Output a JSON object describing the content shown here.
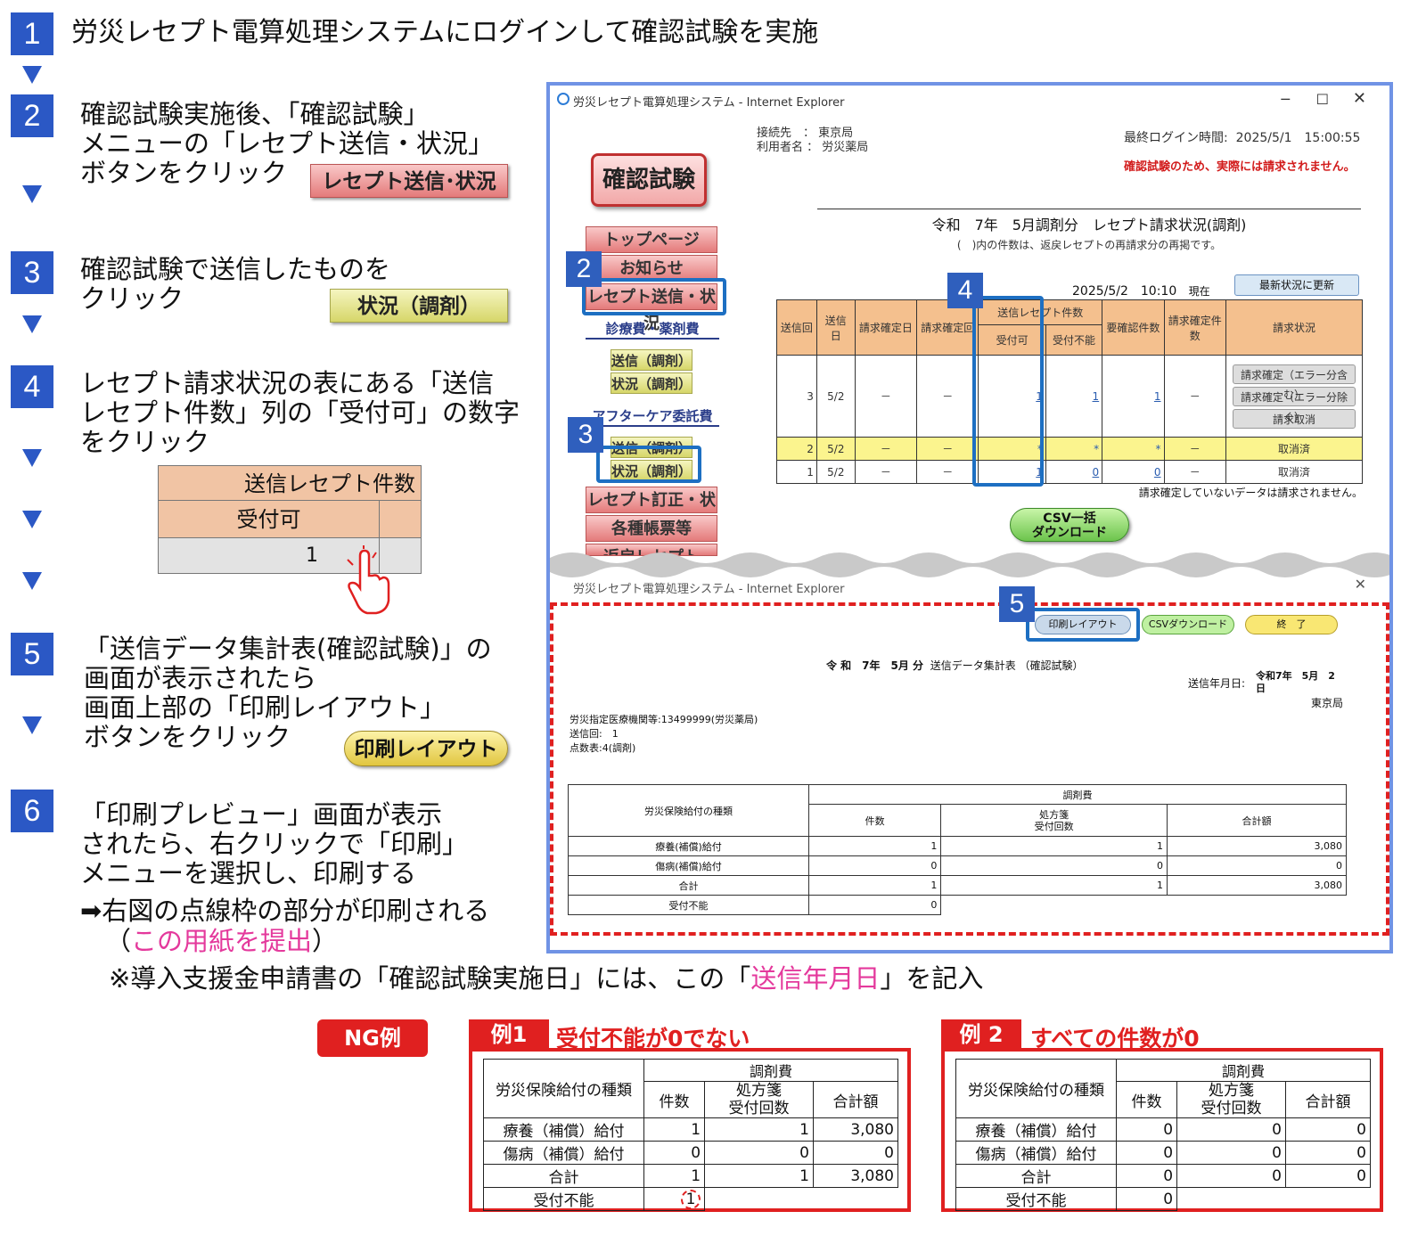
{
  "steps": [
    {
      "num": "1",
      "text": "労災レセプト電算処理システムにログインして確認試験を実施"
    },
    {
      "num": "2",
      "text": "確認試験実施後、「確認試験」\nメニューの「レセプト送信・状況」\nボタンをクリック",
      "button": "レセプト送信･状況"
    },
    {
      "num": "3",
      "text": "確認試験で送信したものを\nクリック",
      "button": "状況（調剤）"
    },
    {
      "num": "4",
      "text": "レセプト請求状況の表にある「送信\nレセプト件数」列の「受付可」の数字\nをクリック"
    },
    {
      "num": "5",
      "text": "「送信データ集計表(確認試験)」の\n画面が表示されたら\n画面上部の「印刷レイアウト」\nボタンをクリック",
      "button": "印刷レイアウト"
    },
    {
      "num": "6",
      "text": "「印刷プレビュー」画面が表示\nされたら、右クリックで「印刷」\nメニューを選択し、印刷する"
    }
  ],
  "step4_table": {
    "header": "送信レセプト件数",
    "sub": "受付可",
    "value": "1"
  },
  "note_arrow": "➡右図の点線枠の部分が印刷される",
  "note_paren_open": "（",
  "note_submit": "この用紙を提出",
  "note_paren_close": "）",
  "note2_pre": "※導入支援金申請書の「確認試験実施日」には、この「",
  "note2_hl": "送信年月日",
  "note2_post": "」を記入",
  "window": {
    "title": "労災レセプト電算処理システム - Internet Explorer",
    "conn_label": "接続先　：",
    "conn_value": "東京局",
    "user_label": "利用者名 ：",
    "user_value": "労災薬局",
    "last_login_label": "最終ログイン時間:",
    "last_login_value": "2025/5/1　15:00:55",
    "warning": "確認試験のため、実際には請求されません。",
    "mode_badge": "確認試験",
    "menu": [
      "トップページ",
      "お知らせ",
      "レセプト送信・状況"
    ],
    "section1": "診療費・薬剤費",
    "sub1": [
      "送信（調剤）",
      "状況（調剤）"
    ],
    "section2": "アフターケア委託費",
    "sub2": [
      "送信（調剤）",
      "状況（調剤）"
    ],
    "menu2": [
      "レセプト訂正・状況",
      "各種帳票等",
      "返戻レセプト"
    ],
    "status_title": "令和　7年　5月調剤分　レセプト請求状況(調剤)",
    "status_note": "(　)内の件数は、返戻レセプトの再請求分の再掲です。",
    "as_of": "2025/5/2　10:10",
    "as_of_suffix": "現在",
    "refresh_btn": "最新状況に更新",
    "headers": [
      "送信回",
      "送信日",
      "請求確定日",
      "請求確定回",
      "送信レセプト件数",
      "受付可",
      "受付不能",
      "要確認件数",
      "請求確定件数",
      "請求状況"
    ],
    "rows": [
      {
        "no": "3",
        "date": "5/2",
        "kd": "－",
        "kk": "－",
        "ok": "1",
        "ng": "1",
        "chk": "1",
        "fix": "－",
        "status": [
          "請求確定（エラー分含む）",
          "請求確定（エラー分除く）",
          "請求取消"
        ]
      },
      {
        "no": "2",
        "date": "5/2",
        "kd": "－",
        "kk": "－",
        "ok": "*",
        "ng": "*",
        "chk": "*",
        "fix": "－",
        "status": [
          "取消済"
        ]
      },
      {
        "no": "1",
        "date": "5/2",
        "kd": "－",
        "kk": "－",
        "ok": "1",
        "ng": "0",
        "chk": "0",
        "fix": "－",
        "status": [
          "取消済"
        ]
      }
    ],
    "table_note": "請求確定していないデータは請求されません。",
    "csv_btn": "CSV一括\nダウンロード"
  },
  "print": {
    "title": "労災レセプト電算処理システム - Internet Explorer",
    "buttons": [
      "印刷レイアウト",
      "CSVダウンロード",
      "終　了"
    ],
    "heading_era": "令 和　7年　5月 分",
    "heading": "送信データ集計表 （確認試験）",
    "send_date_label": "送信年月日:",
    "send_date": "令和7年　5月　2日",
    "bureau": "東京局",
    "info": [
      "労災指定医療機関等:13499999(労災薬局)",
      "送信回:　1",
      "点数表:4(調剤)"
    ],
    "col_kind": "労災保険給付の種類",
    "col_group": "調剤費",
    "col_count": "件数",
    "col_rx": "処方箋\n受付回数",
    "col_total": "合計額",
    "rows": [
      {
        "label": "療養(補償)給付",
        "count": "1",
        "rx": "1",
        "total": "3,080"
      },
      {
        "label": "傷病(補償)給付",
        "count": "0",
        "rx": "0",
        "total": "0"
      },
      {
        "label": "合計",
        "count": "1",
        "rx": "1",
        "total": "3,080"
      },
      {
        "label": "受付不能",
        "count": "0"
      }
    ]
  },
  "ng": {
    "badge": "NG例",
    "ex1_tag": "例1",
    "ex1_title": "受付不能が0でない",
    "ex2_tag": "例 2",
    "ex2_title": "すべての件数が0",
    "col_kind": "労災保険給付の種類",
    "col_group": "調剤費",
    "col_count": "件数",
    "col_rx": "処方箋\n受付回数",
    "col_total": "合計額",
    "labels": [
      "療養（補償）給付",
      "傷病（補償）給付",
      "合計",
      "受付不能"
    ],
    "ex1": [
      [
        "1",
        "1",
        "3,080"
      ],
      [
        "0",
        "0",
        "0"
      ],
      [
        "1",
        "1",
        "3,080"
      ],
      [
        "1"
      ]
    ],
    "ex2": [
      [
        "0",
        "0",
        "0"
      ],
      [
        "0",
        "0",
        "0"
      ],
      [
        "0",
        "0",
        "0"
      ],
      [
        "0"
      ]
    ]
  },
  "colors": {
    "step_blue": "#2b58c5",
    "highlight_red": "#e02020",
    "pink_text": "#e4399c"
  }
}
